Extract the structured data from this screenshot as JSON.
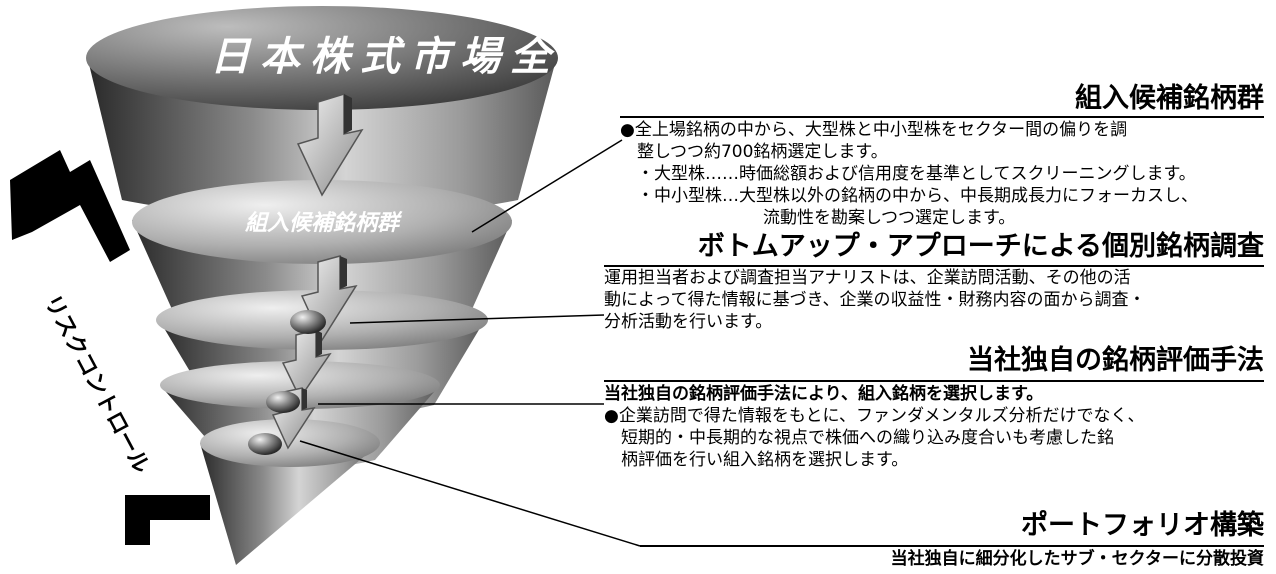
{
  "funnel": {
    "top_label": "日本株式市場全体",
    "second_label": "組入候補銘柄群",
    "side_label": "リスクコントロール"
  },
  "sections": {
    "s1": {
      "title": "組入候補銘柄群",
      "l1": "●全上場銘柄の中から、大型株と中小型株をセクター間の偏りを調",
      "l2": "整しつつ約700銘柄選定します。",
      "l3": "・大型株……時価総額および信用度を基準としてスクリーニングします。",
      "l4": "・中小型株…大型株以外の銘柄の中から、中長期成長力にフォーカスし、",
      "l5": "流動性を勘案しつつ選定します。"
    },
    "s2": {
      "title": "ボトムアップ・アプローチによる個別銘柄調査",
      "l1": "運用担当者および調査担当アナリストは、企業訪問活動、その他の活",
      "l2": "動によって得た情報に基づき、企業の収益性・財務内容の面から調査・",
      "l3": "分析活動を行います。"
    },
    "s3": {
      "title": "当社独自の銘柄評価手法",
      "l1": "当社独自の銘柄評価手法により、組入銘柄を選択します。",
      "l2": "●企業訪問で得た情報をもとに、ファンダメンタルズ分析だけでなく、",
      "l3": "短期的・中長期的な視点で株価への織り込み度合いも考慮した銘",
      "l4": "柄評価を行い組入銘柄を選択します。"
    },
    "s4": {
      "title": "ポートフォリオ構築",
      "l1": "当社独自に細分化したサブ・セクターに分散投資"
    }
  }
}
